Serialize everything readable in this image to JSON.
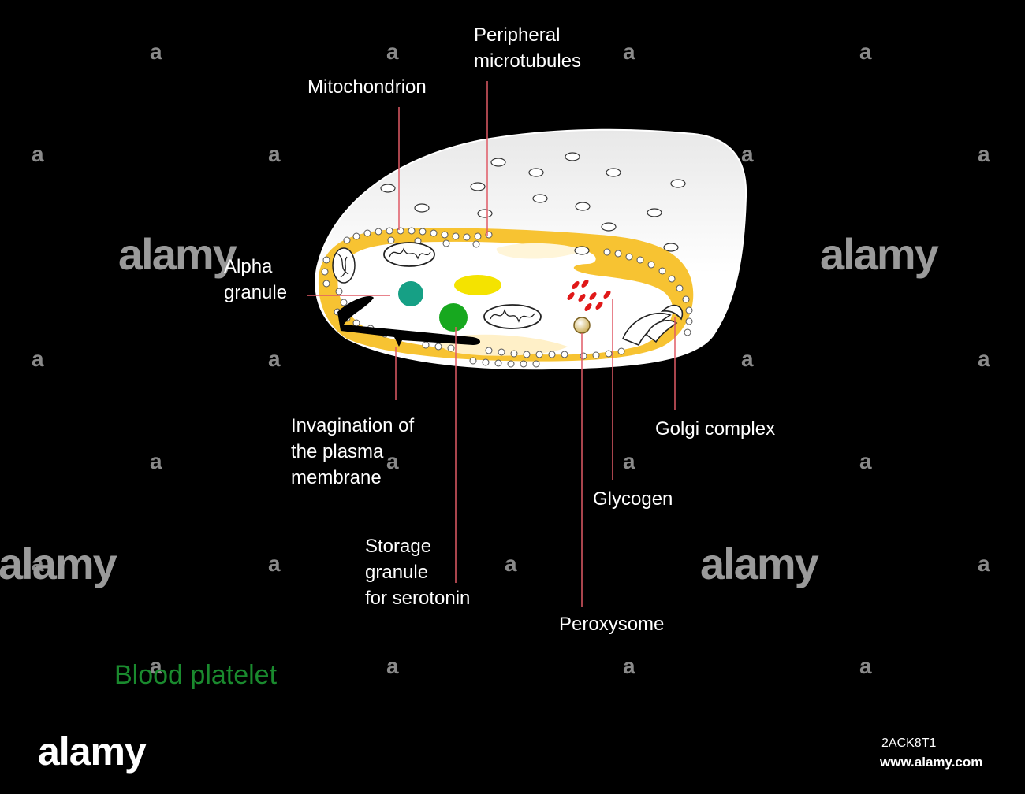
{
  "diagram": {
    "title": "Blood platelet",
    "labels": {
      "peripheral_microtubules": [
        "Peripheral",
        "microtubules"
      ],
      "mitochondrion": [
        "Mitochondrion"
      ],
      "alpha_granule": [
        "Alpha",
        "granule"
      ],
      "invagination": [
        "Invagination of",
        "the plasma",
        "membrane"
      ],
      "storage_granule": [
        "Storage",
        "granule",
        "for serotonin"
      ],
      "glycogen": [
        "Glycogen"
      ],
      "peroxysome": [
        "Peroxysome"
      ],
      "golgi_complex": [
        "Golgi complex"
      ]
    }
  },
  "watermark": {
    "logo_text": "alamy",
    "stock_id": "2ACK8T1",
    "url": "www.alamy.com"
  },
  "colors": {
    "background": "#000000",
    "cell_body": "#f2f2f2",
    "cytoplasm_band": "#f7c332",
    "alpha_granule": "#16a085",
    "serotonin_granule": "#17a81f",
    "glycogen": "#e01818",
    "yellow_granule": "#f4e300",
    "leader_line": "#e05a66",
    "title": "#1a8a2e"
  }
}
